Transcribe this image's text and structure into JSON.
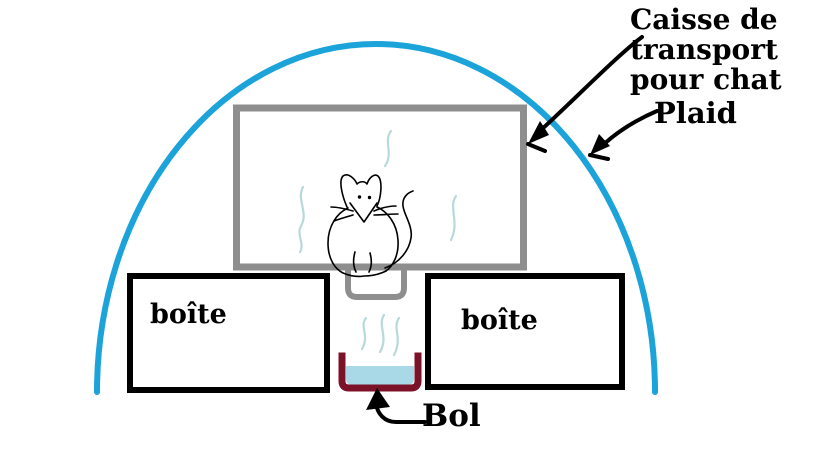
{
  "labels": {
    "carrier": "Caisse de transport pour chat",
    "plaid": "Plaid",
    "box_left": "boîte",
    "box_right": "boîte",
    "bowl": "Bol"
  },
  "colors": {
    "plaid_arc": "#1ba3da",
    "carrier_outline": "#8e8e8e",
    "box_outline": "#000000",
    "bowl_outline": "#7c1228",
    "water": "#a9d8e6",
    "steam": "#b7d9da",
    "ink": "#000000",
    "background": "#ffffff"
  },
  "icons": {
    "cat": "cat-sketch-icon",
    "steam": "steam-squiggle-icon",
    "arrow": "annotation-arrow-icon"
  }
}
